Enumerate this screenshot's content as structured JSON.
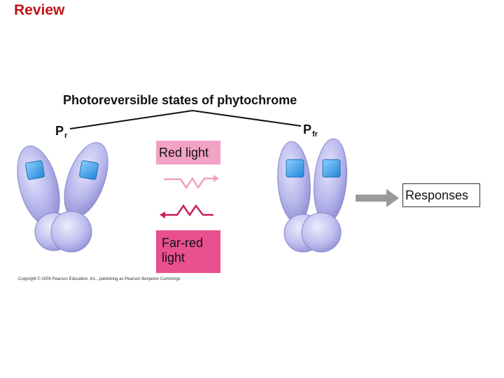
{
  "slide": {
    "title": "Review",
    "diagram_title": "Photoreversible states of phytochrome",
    "state_pr": {
      "letter": "P",
      "subscript": "r"
    },
    "state_pfr": {
      "letter": "P",
      "subscript": "fr"
    },
    "red_light_label": "Red light",
    "far_red_light_label": "Far-red\nlight",
    "responses_label": "Responses",
    "copyright": "Copyright © 2008 Pearson Education, Inc., publishing as Pearson Benjamin Cummings"
  },
  "colors": {
    "title": "#c0141b",
    "protein_lavender": "#b4b3ea",
    "chromophore_blue": "#3fa6e8",
    "red_light": "#f2a2c5",
    "far_red_light": "#e9508f",
    "arrow_gray": "#9a9a9a"
  }
}
